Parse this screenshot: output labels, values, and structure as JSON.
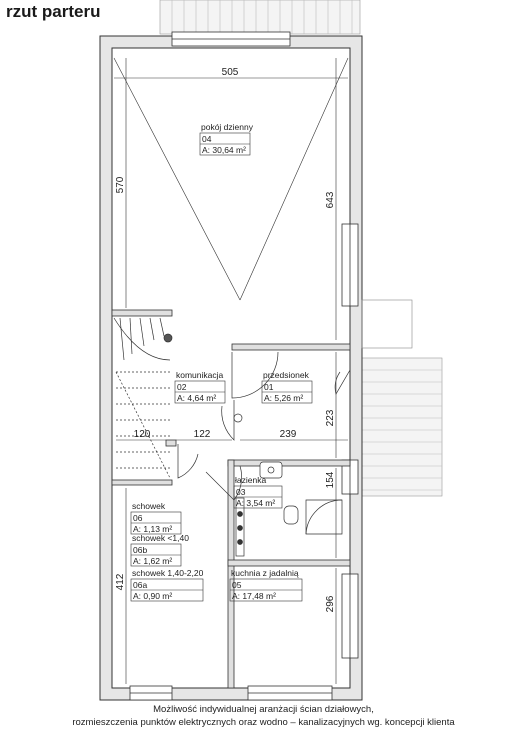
{
  "title": "rzut parteru",
  "dimensions": {
    "top_width": "505",
    "left_upper": "570",
    "right_upper": "643",
    "stair_w": "120",
    "corridor_w": "122",
    "hall_w": "239",
    "hall_h": "223",
    "bath_h": "154",
    "left_lower": "412",
    "right_lower": "296"
  },
  "rooms": {
    "living": {
      "name": "pokój dzienny",
      "num": "04",
      "area": "A: 30,64 m²"
    },
    "corridor": {
      "name": "komunikacja",
      "num": "02",
      "area": "A: 4,64 m²"
    },
    "hall": {
      "name": "przedsionek",
      "num": "01",
      "area": "A: 5,26 m²"
    },
    "bath": {
      "name": "łazienka",
      "num": "03",
      "area": "A: 3,54 m²"
    },
    "store": {
      "name": "schowek",
      "num": "06",
      "area": "A: 1,13 m²"
    },
    "store_b": {
      "name": "schowek <1,40",
      "num": "06b",
      "area": "A: 1,62 m²"
    },
    "store_a": {
      "name": "schowek 1,40-2,20",
      "num": "06a",
      "area": "A: 0,90 m²"
    },
    "kitchen": {
      "name": "kuchnia z jadalnią",
      "num": "05",
      "area": "A: 17,48 m²"
    }
  },
  "note": {
    "line1": "Możliwość indywidualnej aranżacji ścian działowych,",
    "line2": "rozmieszczenia punktów elektrycznych oraz wodno – kanalizacyjnych wg. koncepcji klienta"
  }
}
